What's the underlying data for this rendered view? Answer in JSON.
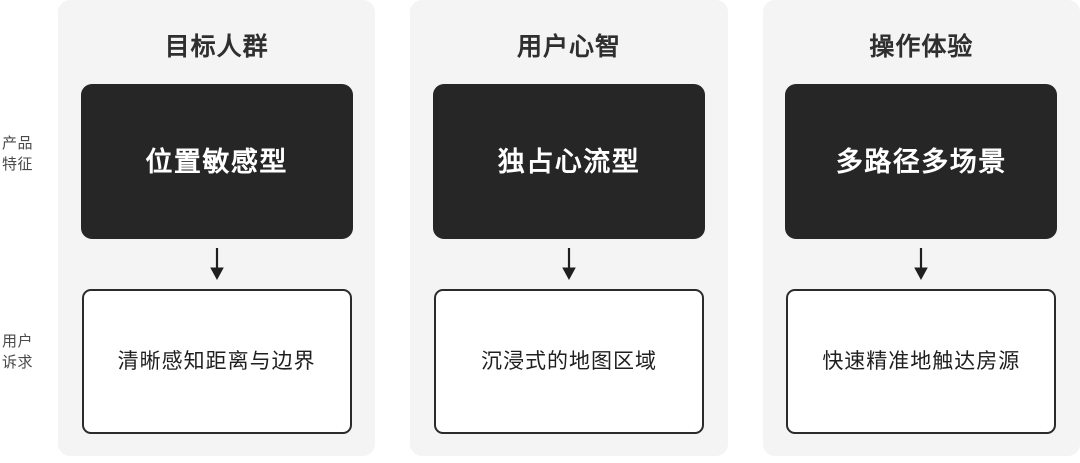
{
  "diagram": {
    "background_color": "#ffffff",
    "card_background_color": "#f4f4f4",
    "dark_box_color": "#262626",
    "white_box_border_color": "#2b2b2b",
    "title_color": "#2f2f2f",
    "row_label_color": "#4a4a4a"
  },
  "row_labels": [
    {
      "line1": "产品",
      "line2": "特征"
    },
    {
      "line1": "用户",
      "line2": "诉求"
    }
  ],
  "columns": [
    {
      "title": "目标人群",
      "feature": "位置敏感型",
      "arrow": "down-arrow-icon",
      "demand": "清晰感知距离与边界"
    },
    {
      "title": "用户心智",
      "feature": "独占心流型",
      "arrow": "down-arrow-icon",
      "demand": "沉浸式的地图区域"
    },
    {
      "title": "操作体验",
      "feature": "多路径多场景",
      "arrow": "down-arrow-icon",
      "demand": "快速精准地触达房源"
    }
  ]
}
